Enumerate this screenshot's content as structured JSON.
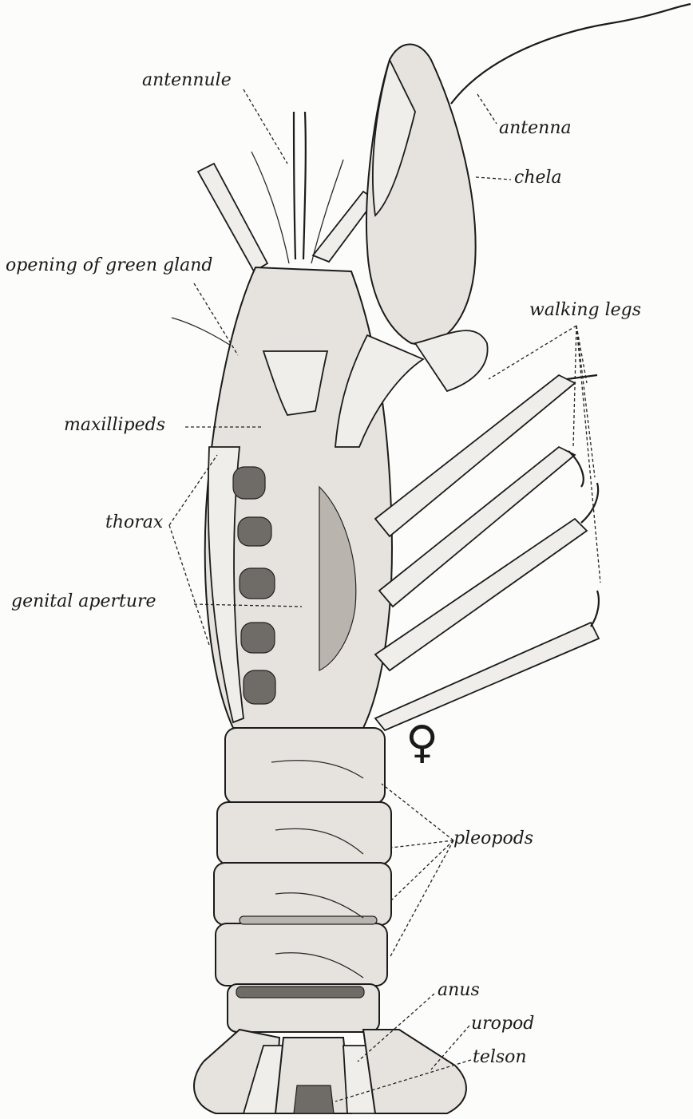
{
  "labels": {
    "antennule": "antennule",
    "antenna": "antenna",
    "chela": "chela",
    "opening_green_gland": "opening of green gland",
    "walking_legs": "walking legs",
    "maxillipeds": "maxillipeds",
    "thorax": "thorax",
    "genital_aperture": "genital aperture",
    "female_symbol": "♀",
    "pleopods": "pleopods",
    "anus": "anus",
    "uropod": "uropod",
    "telson": "telson"
  }
}
